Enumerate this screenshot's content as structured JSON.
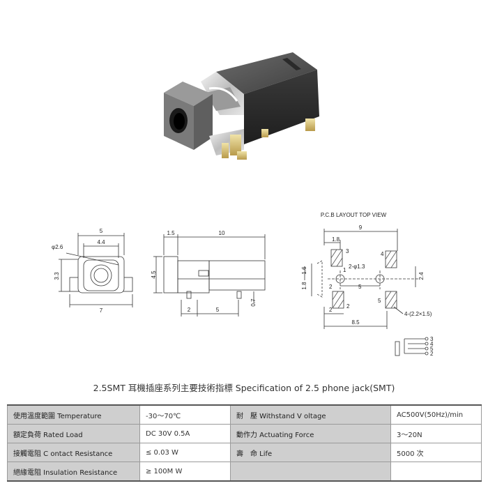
{
  "drawings": {
    "front": {
      "w5": "5",
      "w44": "4.4",
      "dia": "φ2.6",
      "h33": "3.3",
      "w7": "7"
    },
    "side": {
      "d15": "1.5",
      "d10": "10",
      "d45": "4.5",
      "d2": "2",
      "d5": "5",
      "d07": "0.7"
    },
    "layout": {
      "title": "P.C.B LAYOUT    TOP VIEW",
      "w9": "9",
      "d18a": "1.8",
      "p3": "3",
      "p4": "4",
      "d18b": "1.8",
      "d16": "1.6",
      "holes": "2-φ1.3",
      "p1": "1",
      "d2a": "2",
      "d5": "5",
      "d24": "2.4",
      "p5": "5",
      "p2": "2",
      "pads": "4-(2.2×1.5)",
      "d2b": "2",
      "d85": "8.5"
    },
    "schematic": {
      "n3": "3",
      "n4": "4",
      "n5": "5",
      "n2": "2"
    }
  },
  "spec": {
    "title": "2.5SMT   耳機插座系列主要技術指標 Specification of 2.5 phone jack(SMT)",
    "rows": [
      {
        "l1": "使用溫度範圍 Temperature",
        "v1": "-30～70℃",
        "l2": "耐　壓  Withstand V oltage",
        "v2": "AC500V(50Hz)/min"
      },
      {
        "l1": "額定負荷  Rated Load",
        "v1": "DC  30V  0.5A",
        "l2": "動作力  Actuating Force",
        "v2": "3～20N"
      },
      {
        "l1": "接觸電阻  C ontact Resistance",
        "v1": "≤ 0.03 W",
        "l2": "壽　命  Life",
        "v2": "5000 次"
      },
      {
        "l1": "絕緣電阻  Insulation Resistance",
        "v1": "≥ 100M W",
        "l2": "",
        "v2": ""
      }
    ]
  }
}
